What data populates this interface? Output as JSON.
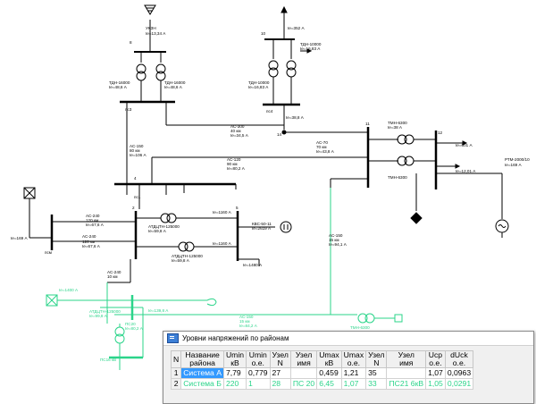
{
  "diagram": {
    "labels": {
      "ukzn": "УКЗН",
      "ie_ukzn": "Ie=13,34 А",
      "n8": "8",
      "tdn1": "ТДН-16000",
      "ie_tdn1": "Ie=48,6 А",
      "tdn2": "ТДН-16000",
      "ie_tdn2": "Ie=48,6 А",
      "ps3": "пс3",
      "n10": "10",
      "ie_352": "Ie=352 А",
      "tdn3": "ТДН-10000",
      "ie_tdn3": "Ie=16,83 А",
      "tdn4": "ТДН-10000",
      "ie_tdn4": "Ie=16,83 А",
      "ps4": "пс4",
      "ie_38": "Ie=38,8 А",
      "n14": "14",
      "ac300": "АС-300",
      "ac300_len": "40 км",
      "ac300_ie": "Ie=34,5 А",
      "ac70": "АС-70",
      "ac70_len": "70 км",
      "ac70_ie": "Ie=43,8 А",
      "ac150": "АС-150",
      "ac150_len": "80 км",
      "ac150_ie": "Ie=106 А",
      "ac120": "АС-120",
      "ac120_len": "90 км",
      "ac120_ie": "Ie=80,2 А",
      "n11": "11",
      "tmn6300a": "ТМН-6300",
      "tmn6300a_ie": "Ie=38 А",
      "tmn6300b": "ТМН-6300",
      "n12": "12",
      "ie_601": "Ie=601 А",
      "ie_1201": "Ie=12,01 А",
      "rtm": "РТМ-2000/10",
      "rtm_ie": "Ie=169 А",
      "n4": "4",
      "ps1": "пс1",
      "ie_169": "Ie=169 А",
      "ac240a": "АС-240",
      "ac240a_len": "120 км",
      "ac240a_ie": "Ie=67,6 А",
      "ac240b": "АС-240",
      "ac240b_len": "120 км",
      "ac240b_ie": "Ie=67,6 А",
      "psm": "псм",
      "n2": "2",
      "atdtn1": "АТДЦТН-125000",
      "atdtn1_ie": "Ie=59,8 А",
      "atdtn2": "АТДЦТН-125000",
      "atdtn2_ie": "Ie=59,8 А",
      "ie_1160a": "Ie=1160 А",
      "ie_1160b": "Ie=1160 А",
      "n5": "5",
      "kvs": "КВС-50-11",
      "kvs_ie": "Ie=2619 А",
      "ie_1480": "Ie=1480 А",
      "ac240c": "АС-240",
      "ac240c_len": "10 км",
      "ac150b": "АС-150",
      "ac150b_len": "15 км",
      "ac150b_ie": "Ie=94,1 А",
      "ie_1400": "Ie=1400 А",
      "atdtn_g": "АТДЦТН-125000",
      "atdtn_g_ie": "Ie=99,8 А",
      "ie_g1": "Ie=139,8 А",
      "ac150g": "АС-150",
      "ac150g_len": "15 км",
      "ac150g_ie": "Ie=84,2 А",
      "tmn_g": "ТМН-6300",
      "tmn_g_ie": "Ie=29,8 А",
      "ps20": "ПС20",
      "ps20_ie": "Ie=80,2 А",
      "ps_bottom": "ПС16 кВ"
    },
    "colors": {
      "main": "#000000",
      "system_b": "#2bd48a"
    }
  },
  "window": {
    "title": "Уровни напряжений по районам",
    "headers": [
      {
        "l1": "N",
        "l2": ""
      },
      {
        "l1": "Название",
        "l2": "района"
      },
      {
        "l1": "Umin",
        "l2": "кВ"
      },
      {
        "l1": "Umin",
        "l2": "о.е."
      },
      {
        "l1": "Узел",
        "l2": "N"
      },
      {
        "l1": "Узел",
        "l2": "имя"
      },
      {
        "l1": "Umax",
        "l2": "кВ"
      },
      {
        "l1": "Umax",
        "l2": "о.е."
      },
      {
        "l1": "Узел",
        "l2": "N"
      },
      {
        "l1": "Узел",
        "l2": "имя"
      },
      {
        "l1": "Ucp",
        "l2": "о.е."
      },
      {
        "l1": "dUck",
        "l2": "о.е."
      }
    ],
    "rows": [
      {
        "n": "1",
        "name": "Система А",
        "umin_kv": "7,79",
        "umin_oe": "0,779",
        "node_min_n": "27",
        "node_min_name": "",
        "umax_kv": "0,459",
        "umax_oe": "1,21",
        "node_max_n": "35",
        "node_max_name": "",
        "ucp": "1,07",
        "duck": "0,0963"
      },
      {
        "n": "2",
        "name": "Система Б",
        "umin_kv": "220",
        "umin_oe": "1",
        "node_min_n": "28",
        "node_min_name": "ПС 20",
        "umax_kv": "6,45",
        "umax_oe": "1,07",
        "node_max_n": "33",
        "node_max_name": "ПС21 6кВ",
        "ucp": "1,05",
        "duck": "0,0291"
      }
    ]
  }
}
